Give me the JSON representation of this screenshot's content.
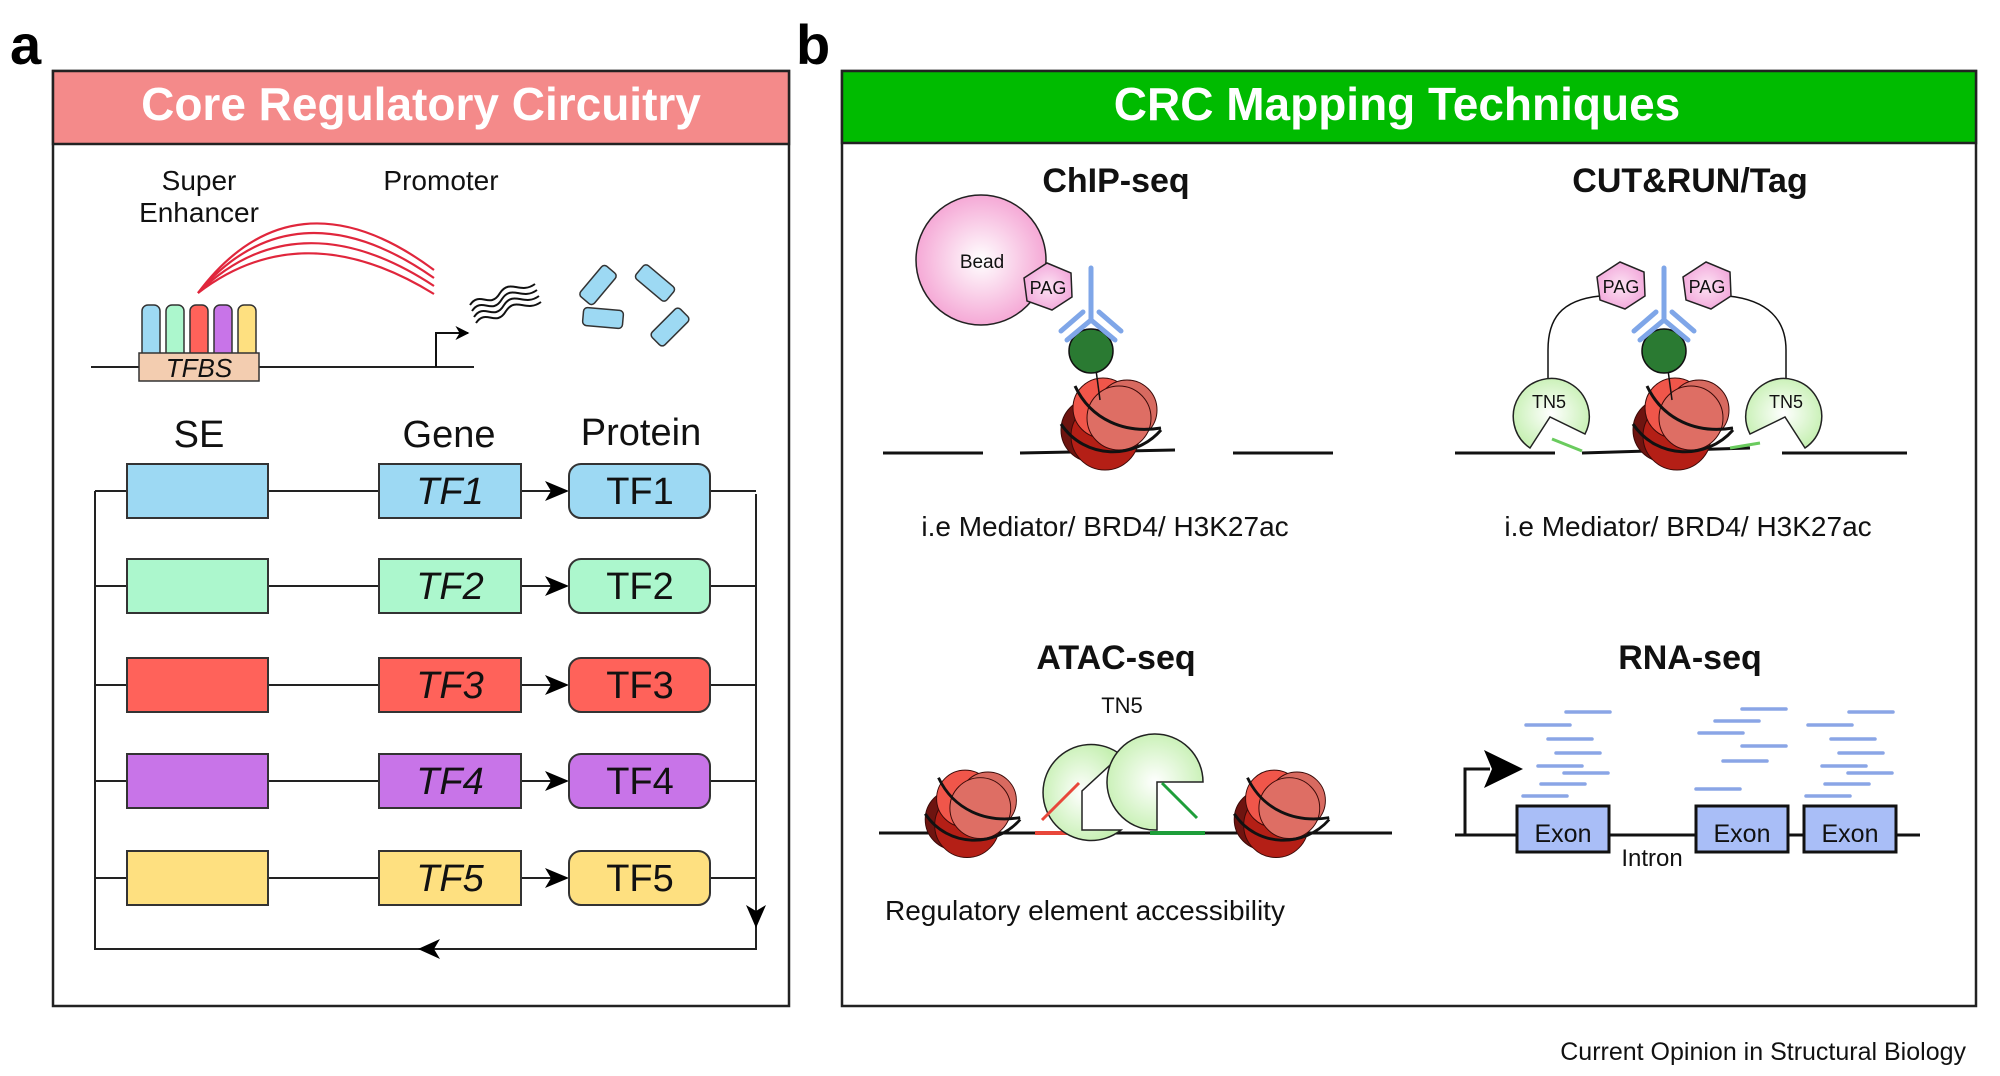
{
  "figure": {
    "panel_labels": {
      "a": "a",
      "b": "b"
    },
    "caption": "Current Opinion in Structural Biology",
    "colors": {
      "panel_a_header": "#F48A8A",
      "panel_b_header": "#00BB00",
      "tf_colors": [
        "#9DD9F3",
        "#ACF7CD",
        "#FF625A",
        "#C874E8",
        "#FEE080"
      ],
      "tfbs_fill": "#F3CDB0",
      "bead_fill": "#F9BEE0",
      "antibody": "#7FA6E8",
      "epitope": "#2A7A32",
      "tn5_fill": "#D9F7C9",
      "exon_fill": "#A9BEF7",
      "read_color": "#8AA5E6"
    }
  },
  "panel_a": {
    "title": "Core Regulatory Circuitry",
    "schematic": {
      "super_enhancer_label_line1": "Super",
      "super_enhancer_label_line2": "Enhancer",
      "promoter_label": "Promoter",
      "tfbs_label": "TFBS"
    },
    "circuit": {
      "headers": {
        "se": "SE",
        "gene": "Gene",
        "protein": "Protein"
      },
      "rows": [
        {
          "gene": "TF1",
          "protein": "TF1"
        },
        {
          "gene": "TF2",
          "protein": "TF2"
        },
        {
          "gene": "TF3",
          "protein": "TF3"
        },
        {
          "gene": "TF4",
          "protein": "TF4"
        },
        {
          "gene": "TF5",
          "protein": "TF5"
        }
      ]
    }
  },
  "panel_b": {
    "title": "CRC Mapping Techniques",
    "chip": {
      "title": "ChIP-seq",
      "bead": "Bead",
      "pag": "PAG",
      "caption": "i.e Mediator/ BRD4/ H3K27ac"
    },
    "cutrun": {
      "title": "CUT&RUN/Tag",
      "pag_left": "PAG",
      "pag_right": "PAG",
      "tn5_left": "TN5",
      "tn5_right": "TN5",
      "caption": "i.e Mediator/ BRD4/ H3K27ac"
    },
    "atac": {
      "title": "ATAC-seq",
      "tn5": "TN5",
      "caption": "Regulatory element accessibility"
    },
    "rnaseq": {
      "title": "RNA-seq",
      "exons": [
        "Exon",
        "Exon",
        "Exon"
      ],
      "intron": "Intron"
    }
  }
}
